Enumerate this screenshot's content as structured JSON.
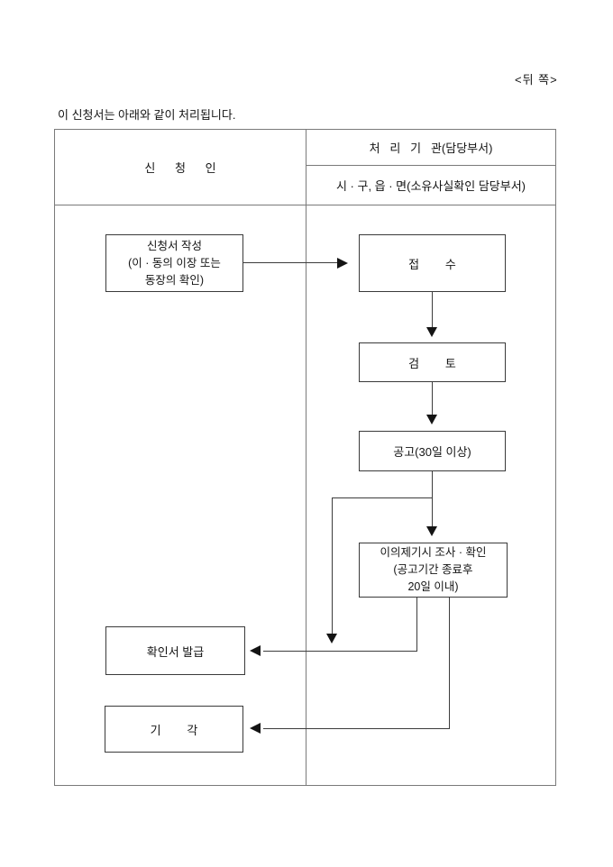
{
  "page": {
    "side_note": "<뒤 쪽>",
    "intro_text": "이 신청서는 아래와 같이 처리됩니다."
  },
  "table": {
    "applicant_header": "신      청      인",
    "agency_header": "처   리   기   관(담당부서)",
    "agency_subheader": "시 · 구, 읍 · 면(소유사실확인 담당부서)"
  },
  "flow": {
    "write_box": {
      "line1": "신청서 작성",
      "line2": "(이 · 동의 이장 또는",
      "line3": "동장의 확인)"
    },
    "receipt_box": {
      "label": "접        수"
    },
    "review_box": {
      "label": "검        토"
    },
    "notice_box": {
      "label": "공고(30일 이상)"
    },
    "objection_box": {
      "line1": "이의제기시 조사 · 확인",
      "line2": "(공고기간 종료후",
      "line3": "20일 이내)"
    },
    "issue_box": {
      "label": "확인서 발급"
    },
    "reject_box": {
      "label": "기        각"
    }
  }
}
